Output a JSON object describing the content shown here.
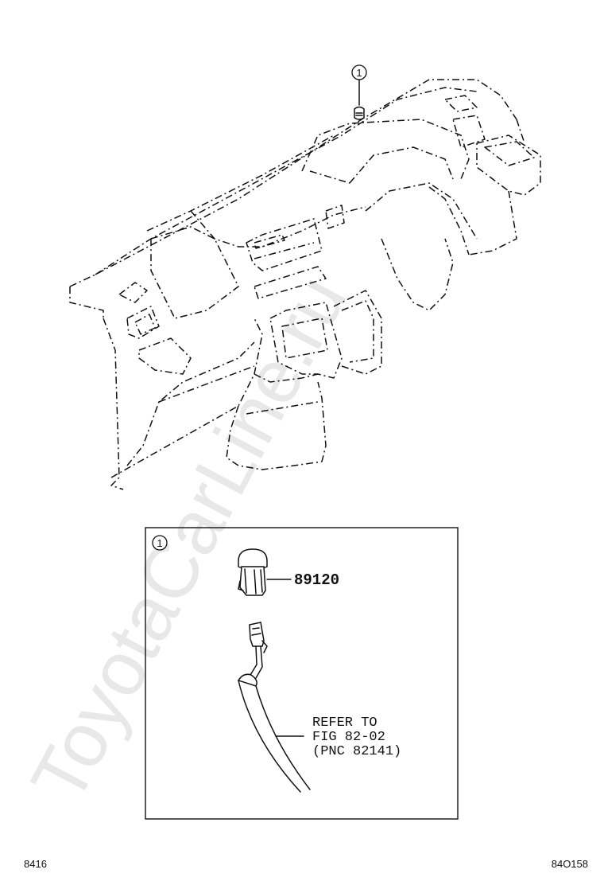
{
  "watermark": "ToyotaCarLine.ru",
  "callout": {
    "number": "1"
  },
  "detail": {
    "callout_number": "1",
    "part_number": "89120",
    "refer_note": [
      "REFER TO",
      "FIG 82-02",
      "(PNC 82141)"
    ]
  },
  "footer": {
    "left_code": "8416",
    "right_code": "84O158"
  }
}
